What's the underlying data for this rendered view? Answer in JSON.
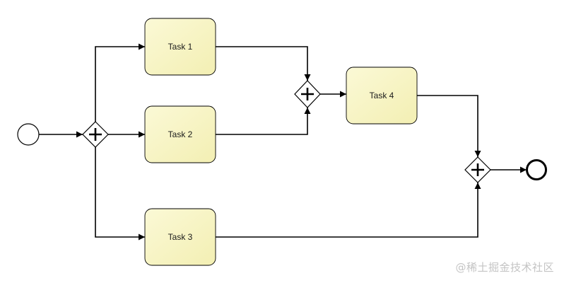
{
  "diagram": {
    "tasks": [
      {
        "id": "task1",
        "label": "Task 1"
      },
      {
        "id": "task2",
        "label": "Task 2"
      },
      {
        "id": "task3",
        "label": "Task 3"
      },
      {
        "id": "task4",
        "label": "Task 4"
      }
    ],
    "events": [
      {
        "id": "start",
        "kind": "start"
      },
      {
        "id": "end",
        "kind": "end"
      }
    ],
    "gateways": [
      {
        "id": "split",
        "kind": "parallel"
      },
      {
        "id": "join12",
        "kind": "parallel"
      },
      {
        "id": "joinAll",
        "kind": "parallel"
      }
    ],
    "flows": [
      [
        "start",
        "split"
      ],
      [
        "split",
        "task1"
      ],
      [
        "split",
        "task2"
      ],
      [
        "split",
        "task3"
      ],
      [
        "task1",
        "join12"
      ],
      [
        "task2",
        "join12"
      ],
      [
        "join12",
        "task4"
      ],
      [
        "task4",
        "joinAll"
      ],
      [
        "task3",
        "joinAll"
      ],
      [
        "joinAll",
        "end"
      ]
    ],
    "colors": {
      "task_fill_top": "#fbf8d2",
      "task_fill_bottom": "#f2efb0",
      "stroke": "#000000"
    }
  },
  "watermark": "@稀土掘金技术社区"
}
